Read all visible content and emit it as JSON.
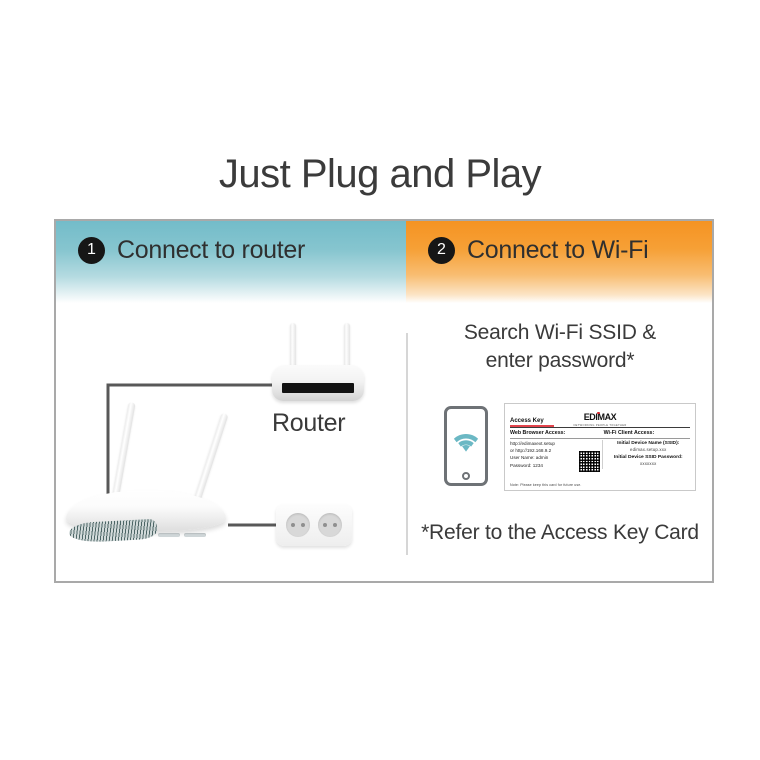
{
  "page": {
    "title": "Just Plug and Play"
  },
  "steps": [
    {
      "number": "1",
      "label": "Connect to router",
      "accent": "#73bcc9"
    },
    {
      "number": "2",
      "label": "Connect to Wi-Fi",
      "accent": "#f59322"
    }
  ],
  "left_panel": {
    "router_label": "Router",
    "devices": {
      "router_icon": "wireless-router",
      "extender_icon": "wifi-range-extender",
      "outlet_icon": "power-outlet"
    }
  },
  "right_panel": {
    "instruction_line1": "Search Wi-Fi SSID &",
    "instruction_line2": "enter password*",
    "footnote": "*Refer to the Access Key Card",
    "phone_icon": "smartphone",
    "wifi_icon": "wifi-signal",
    "wifi_color": "#6bb8c4"
  },
  "access_key_card": {
    "brand": "EDIMAX",
    "brand_tagline": "NETWORKING PEOPLE TOGETHER",
    "brand_dot_color": "#d8232a",
    "heading": "Access Key",
    "columns": {
      "web_browser_access": "Web Browser Access:",
      "wifi_client_access": "Wi-Fi Client Access:"
    },
    "web_browser": {
      "line1": "http://edimaxext.setup",
      "line2": "or http://192.168.9.2",
      "line3": "User Name: admin",
      "line4": "Password: 1234",
      "qr_code": "qr-code"
    },
    "wifi_client": {
      "ssid_label": "Initial Device Name (SSID):",
      "ssid_value": "edimax.setup.xxx",
      "password_label": "Initial Device SSID Password:",
      "password_value": "xxxxxxx"
    },
    "note": "Note: Please keep this card for future use."
  }
}
